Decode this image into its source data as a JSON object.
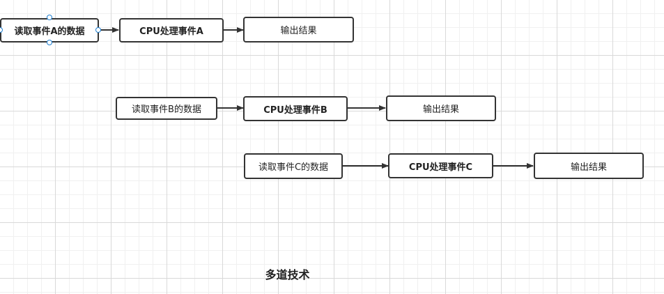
{
  "rows": [
    {
      "read": "读取事件A的数据",
      "cpu": "CPU处理事件A",
      "output": "输出结果"
    },
    {
      "read": "读取事件B的数据",
      "cpu": "CPU处理事件B",
      "output": "输出结果"
    },
    {
      "read": "读取事件C的数据",
      "cpu": "CPU处理事件C",
      "output": "输出结果"
    }
  ],
  "caption": "多道技术",
  "colors": {
    "stroke": "#333333",
    "selection": "#1f7fd1",
    "grid": "#d9d9d9"
  }
}
